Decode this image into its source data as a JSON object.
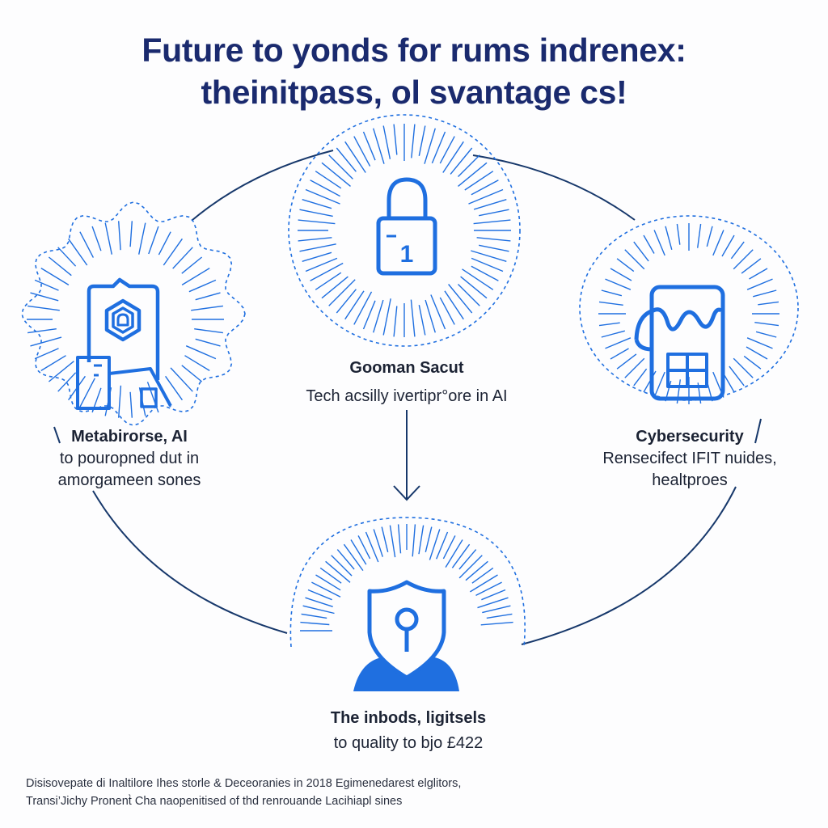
{
  "title": {
    "line1": "Future to yonds for rums indrenex:",
    "line2": "theinitpass, ol svantage cs!"
  },
  "colors": {
    "connector": "#17386b",
    "accent": "#1f6fe0",
    "title": "#1a2a6e",
    "text": "#1c2334"
  },
  "nodes": {
    "top": {
      "icon": "padlock-icon",
      "icon_text": "1",
      "heading": "Gooman Sacut",
      "line1": "Tech acsilly ivertipr°ore in AI"
    },
    "left": {
      "icon": "security-id-card-icon",
      "heading": "Metabirorse, AI",
      "line1": "to pouropned dut in",
      "line2": "amorgameen sones"
    },
    "right": {
      "icon": "mobile-device-icon",
      "heading": "Cybersecurity",
      "line1": "Rensecifect IFIT nuides,",
      "line2": "healtproes"
    },
    "bottom": {
      "icon": "shield-person-icon",
      "heading": "The inbods, ligitsels",
      "line1": "to quality to bjo £422"
    }
  },
  "footer": {
    "line1": "Disisovepate di Inaltilore Ihes storle & Deceoranies in 2018 Egimenedarest elglitors,",
    "line2": "Transi’Jichy Pronent̀ Cha naopenitised of thd renrouande Lacihiapl sines"
  }
}
